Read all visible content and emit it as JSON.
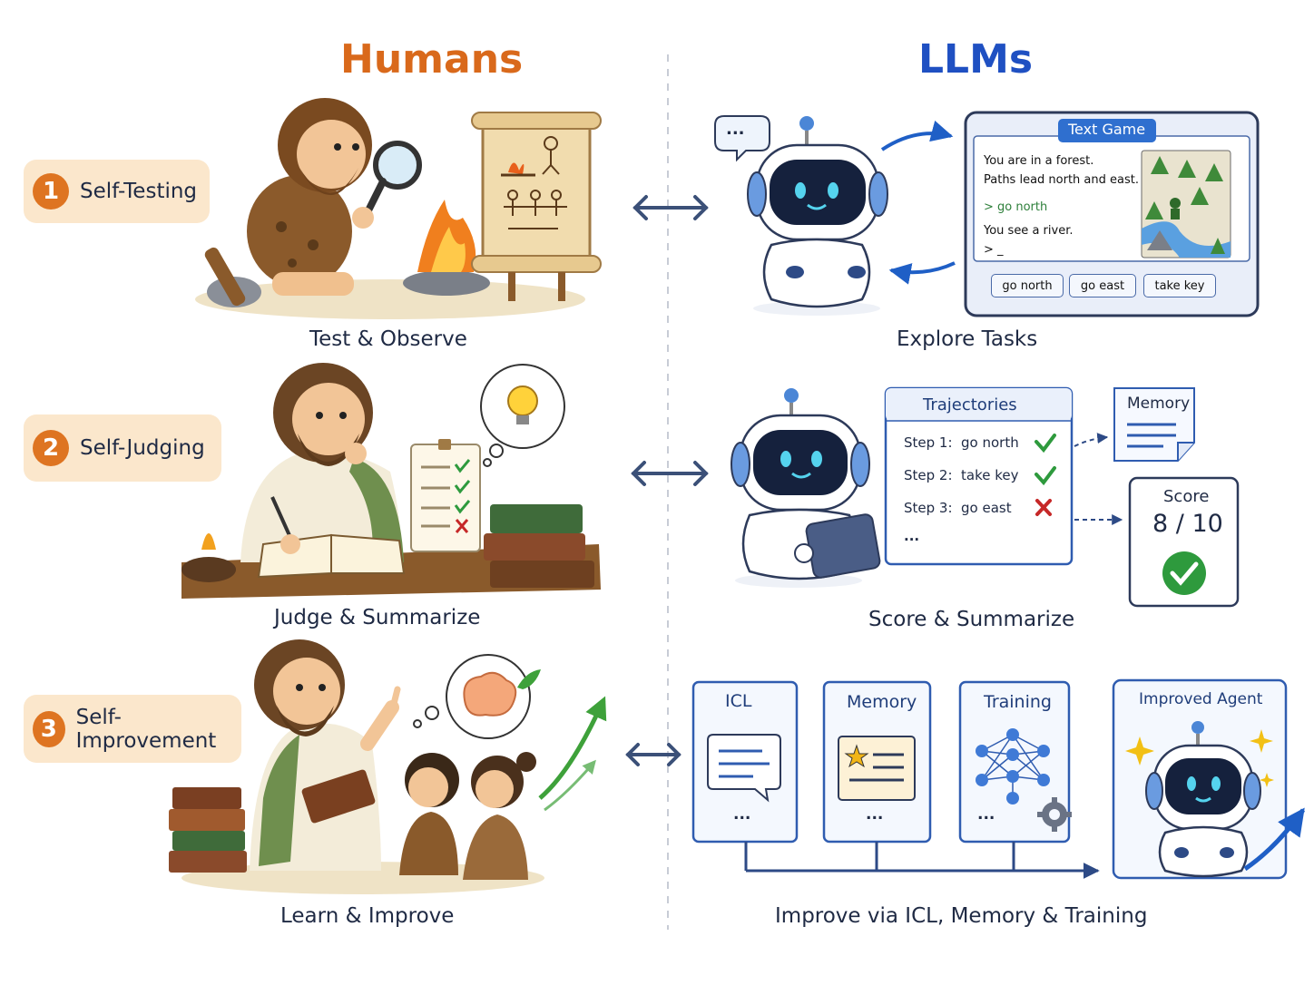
{
  "headers": {
    "humans": "Humans",
    "llms": "LLMs"
  },
  "steps": [
    {
      "number": "1",
      "label": "Self-Testing"
    },
    {
      "number": "2",
      "label": "Self-Judging"
    },
    {
      "number": "3",
      "label": "Self-Improvement"
    }
  ],
  "human_captions": [
    "Test & Observe",
    "Judge & Summarize",
    "Learn & Improve"
  ],
  "llm_captions": [
    "Explore Tasks",
    "Score & Summarize",
    "Improve via ICL, Memory & Training"
  ],
  "text_game": {
    "title": "Text Game",
    "lines": [
      "You are in a forest.",
      "Paths lead north and east.",
      "> go north",
      "You see a river.",
      "> _"
    ],
    "buttons": [
      "go north",
      "go east",
      "take key"
    ]
  },
  "speech_bubble": "...",
  "trajectories": {
    "title": "Trajectories",
    "steps": [
      {
        "label": "Step 1:",
        "action": "go north",
        "status": "success"
      },
      {
        "label": "Step 2:",
        "action": "take key",
        "status": "success"
      },
      {
        "label": "Step 3:",
        "action": "go east",
        "status": "failure"
      }
    ],
    "more": "..."
  },
  "memory_note": "Memory",
  "score": {
    "label": "Score",
    "value": "8 / 10"
  },
  "improve_cards": [
    {
      "title": "ICL",
      "more": "..."
    },
    {
      "title": "Memory",
      "more": "..."
    },
    {
      "title": "Training",
      "more": "..."
    }
  ],
  "improved_agent": "Improved Agent",
  "colors": {
    "humans": "#d9691b",
    "llms": "#1f50c2",
    "pill_bg": "#fbe7cc",
    "number_badge": "#de7421",
    "check": "#2e9a3d",
    "cross": "#c62828",
    "panel_border": "#2f5cb0"
  }
}
